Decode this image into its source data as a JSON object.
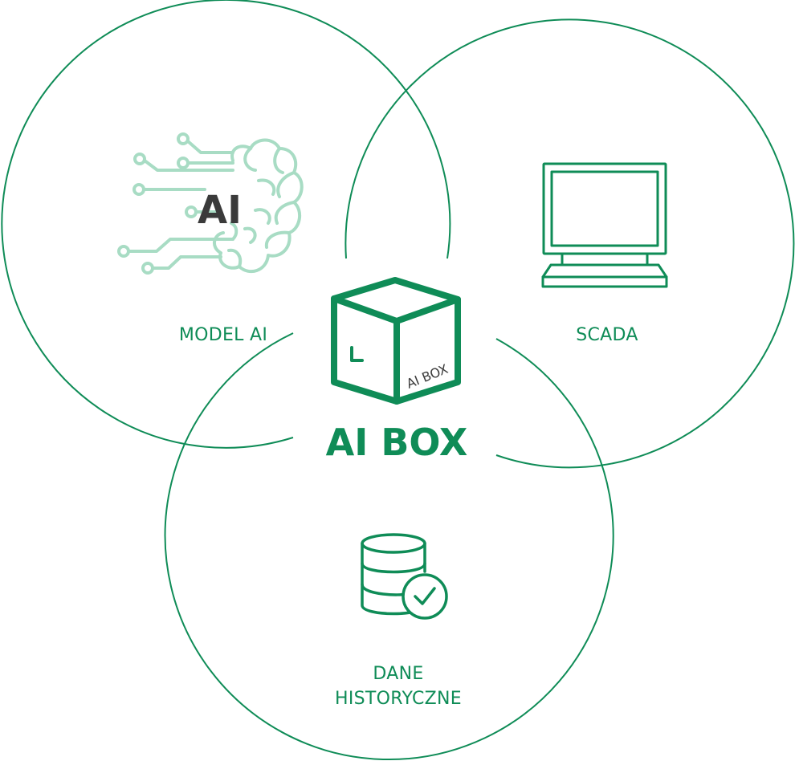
{
  "colors": {
    "accent": "#0f8c57",
    "brain": "#a8dcc4",
    "dark_text": "#3a3a3a"
  },
  "circles": {
    "model_ai": {
      "label": "MODEL AI",
      "icon": "brain-circuit-icon",
      "icon_text": "AI"
    },
    "scada": {
      "label": "SCADA",
      "icon": "monitor-icon"
    },
    "historical_data": {
      "label_line1": "DANE",
      "label_line2": "HISTORYCZNE",
      "icon": "database-check-icon"
    }
  },
  "center": {
    "title": "AI BOX",
    "icon": "cube-icon",
    "box_label": "AI BOX"
  }
}
